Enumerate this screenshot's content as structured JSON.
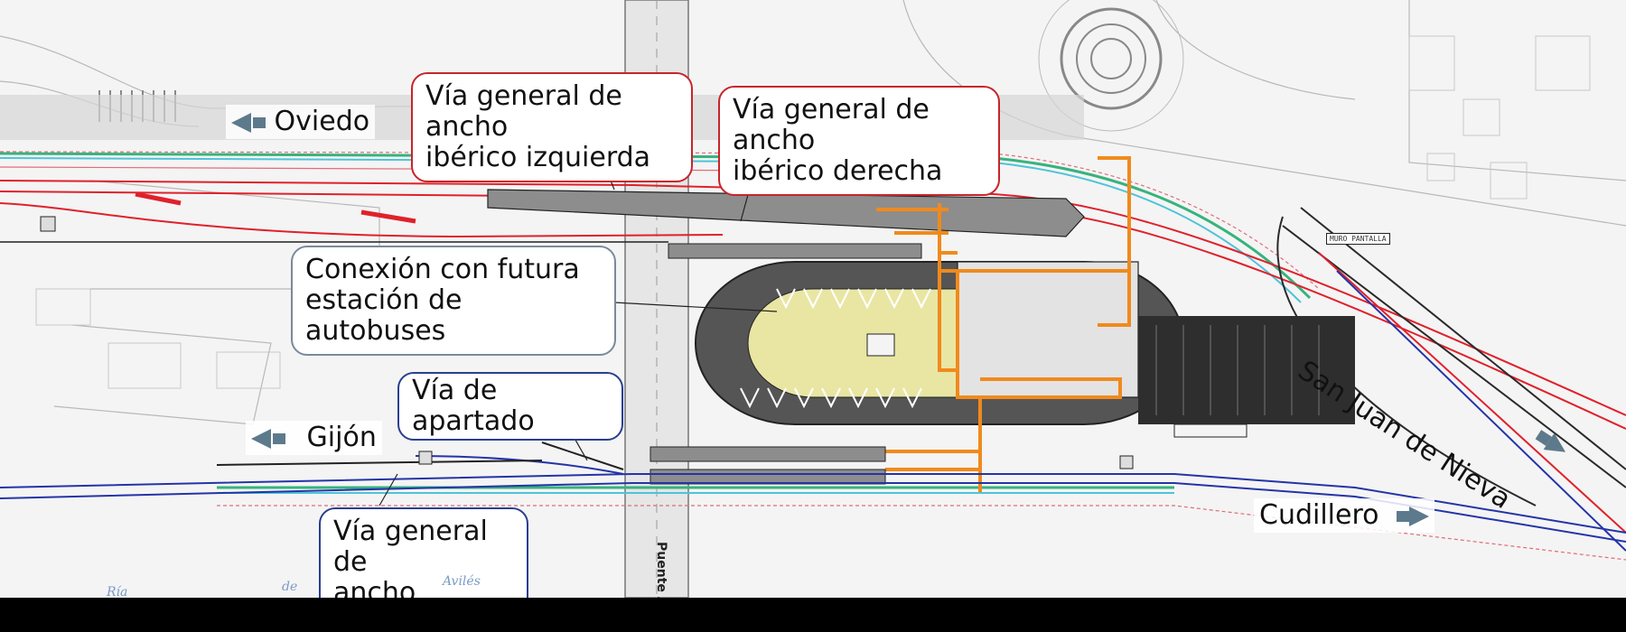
{
  "labels": {
    "oviedo": "Oviedo",
    "gijon": "Gijón",
    "cudillero": "Cudillero",
    "san_juan": "San Juan de Nieva",
    "via_iberico_izq_1": "Vía general de ancho",
    "via_iberico_izq_2": "ibérico izquierda",
    "via_iberico_der_1": "Vía general de ancho",
    "via_iberico_der_2": "ibérico derecha",
    "conexion_1": "Conexión con futura",
    "conexion_2": "estación de autobuses",
    "via_apartado": "Vía de apartado",
    "via_metrico_1": "Vía general de",
    "via_metrico_2": "ancho métrico",
    "muro_pantalla": "MURO PANTALLA",
    "puente": "Puente Az",
    "ria": "Ría",
    "de": "de",
    "aviles": "Avilés"
  },
  "colors": {
    "iberico": "#e0212b",
    "metrico": "#2434a8",
    "platform": "#8d8d8d",
    "structure": "#f08a1c",
    "green_edge": "#36b37e",
    "arrow": "#5d7a8c"
  },
  "icons": {
    "direction_arrow": "arrow-icon"
  }
}
